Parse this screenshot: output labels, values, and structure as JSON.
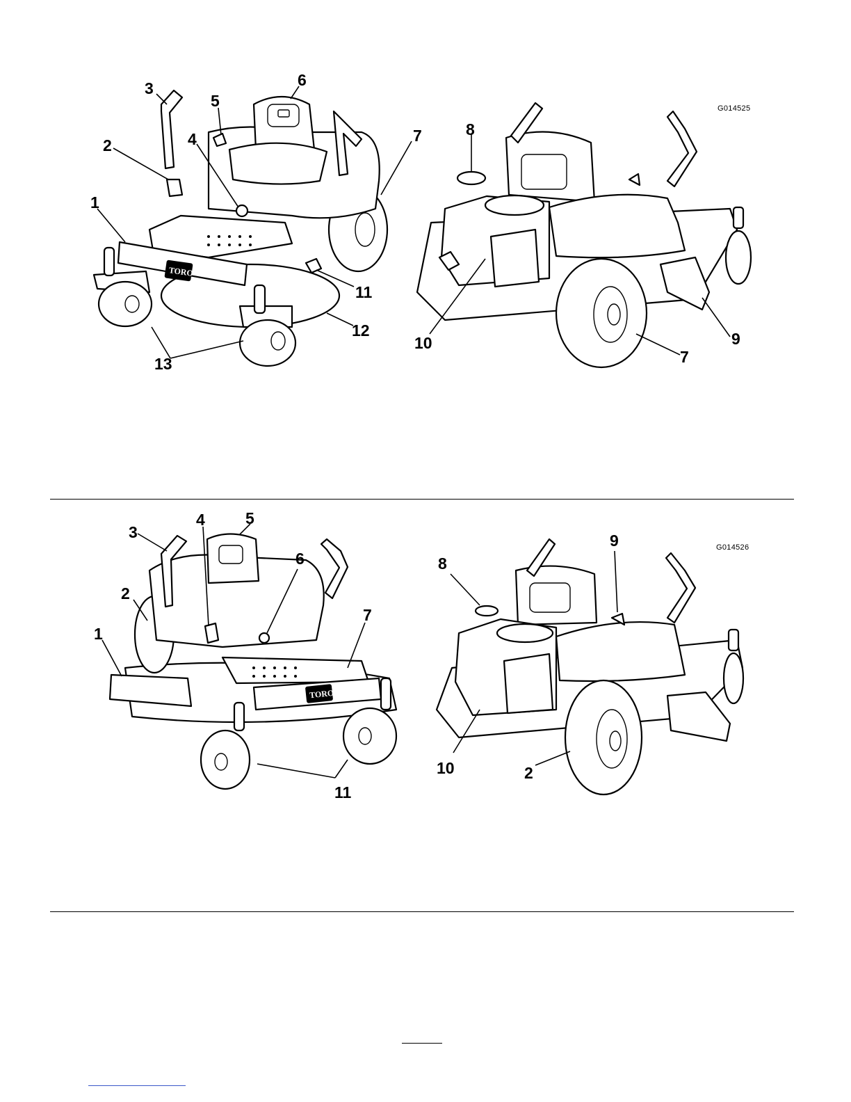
{
  "figure_top": {
    "code": "G014525",
    "callouts": [
      "1",
      "2",
      "3",
      "4",
      "5",
      "6",
      "7",
      "8",
      "9",
      "10",
      "11",
      "12",
      "13",
      "7"
    ],
    "logo": "TORO"
  },
  "figure_bottom": {
    "code": "G014526",
    "callouts": [
      "1",
      "2",
      "3",
      "4",
      "5",
      "6",
      "7",
      "8",
      "9",
      "10",
      "11",
      "2"
    ],
    "logo": "TORO"
  }
}
